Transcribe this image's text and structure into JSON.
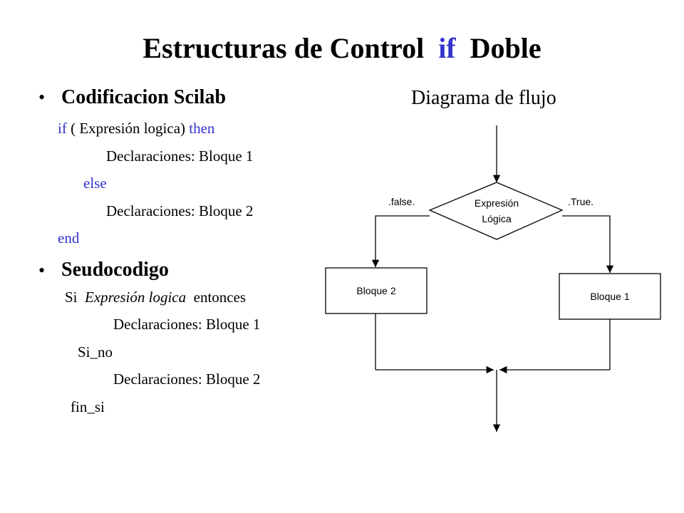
{
  "title": {
    "part1": "Estructuras de Control  ",
    "keyword": "if",
    "part2": "  Doble"
  },
  "colors": {
    "keyword": "#3333cc",
    "text": "#000000",
    "background": "#ffffff"
  },
  "bullet_glyph": "•",
  "scilab": {
    "heading": "Codificacion Scilab",
    "if_kw": "if",
    "condition": " ( Expresión logica) ",
    "then_kw": "then",
    "block1": "Declaraciones: Bloque 1",
    "else_kw": "else",
    "block2": "Declaraciones: Bloque 2",
    "end_kw": "end"
  },
  "pseudo": {
    "heading": "Seudocodigo",
    "si": "Si  ",
    "condition": "Expresión logica",
    "entonces": "  entonces",
    "block1": "Declaraciones: Bloque 1",
    "si_no": "Si_no",
    "block2": "Declaraciones: Bloque 2",
    "fin_si": "fin_si"
  },
  "flowchart": {
    "title": "Diagrama de flujo",
    "decision_line1": "Expresión",
    "decision_line2": "Lógica",
    "false_label": ".false.",
    "true_label": ".True.",
    "block_false": "Bloque 2",
    "block_true": "Bloque 1"
  }
}
